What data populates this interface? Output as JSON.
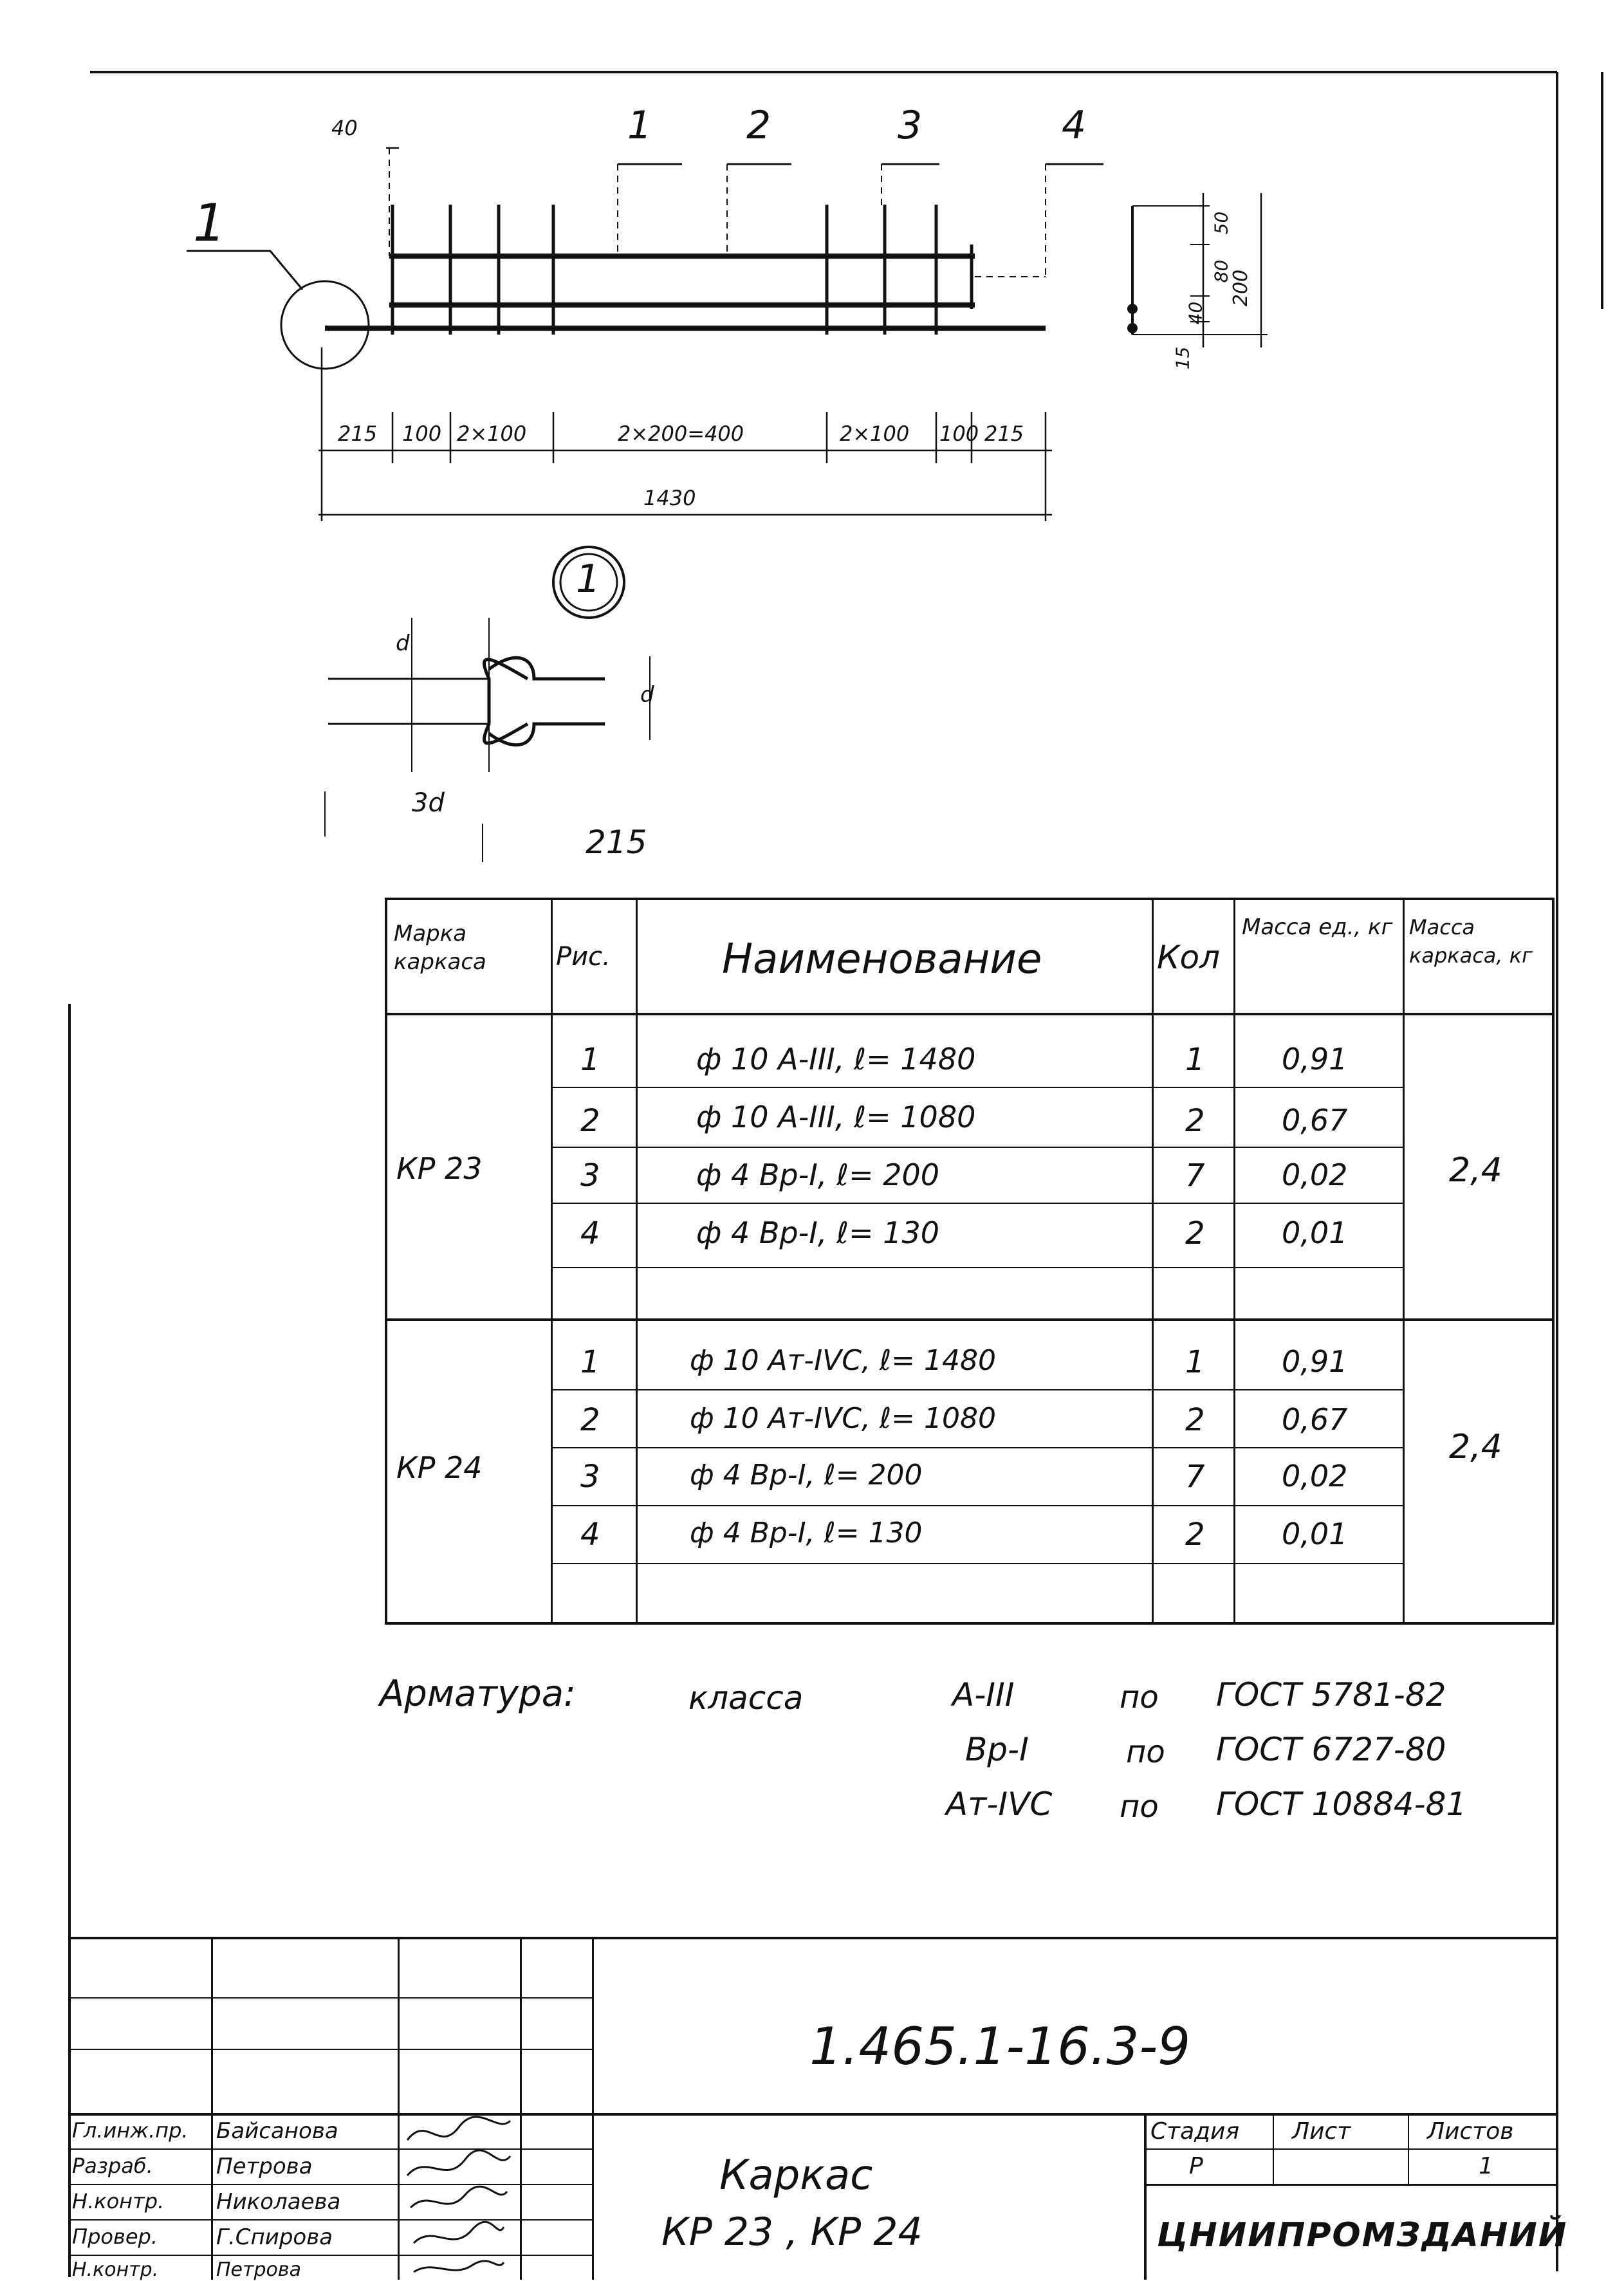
{
  "drawing": {
    "position_labels": [
      "1",
      "2",
      "3",
      "4"
    ],
    "callout_label": "1",
    "detail_label": "1",
    "dim_top": "40",
    "dims_bottom": [
      "215",
      "100",
      "2×100",
      "2×200=400",
      "2×100",
      "100",
      "215"
    ],
    "dim_total": "1430",
    "section_dims": [
      "50",
      "80",
      "40",
      "15"
    ],
    "section_total": "200",
    "detail_dims": [
      "d",
      "d",
      "3d",
      "215"
    ]
  },
  "spec_table": {
    "headers": [
      "Марка каркаса",
      "Рис.",
      "Наименование",
      "Кол",
      "Масса ед., кг",
      "Масса каркаса, кг"
    ],
    "groups": [
      {
        "mark": "КР 23",
        "total_mass": "2,4",
        "rows": [
          {
            "pos": "1",
            "name": "ф 10 A-III, ℓ= 1480",
            "qty": "1",
            "mass": "0,91"
          },
          {
            "pos": "2",
            "name": "ф 10 A-III, ℓ= 1080",
            "qty": "2",
            "mass": "0,67"
          },
          {
            "pos": "3",
            "name": "ф 4 Bp-I, ℓ= 200",
            "qty": "7",
            "mass": "0,02"
          },
          {
            "pos": "4",
            "name": "ф 4 Bp-I, ℓ= 130",
            "qty": "2",
            "mass": "0,01"
          }
        ]
      },
      {
        "mark": "КР 24",
        "total_mass": "2,4",
        "rows": [
          {
            "pos": "1",
            "name": "ф 10 Ат-IVC, ℓ= 1480",
            "qty": "1",
            "mass": "0,91"
          },
          {
            "pos": "2",
            "name": "ф 10 Ат-IVC, ℓ= 1080",
            "qty": "2",
            "mass": "0,67"
          },
          {
            "pos": "3",
            "name": "ф 4 Bp-I, ℓ= 200",
            "qty": "7",
            "mass": "0,02"
          },
          {
            "pos": "4",
            "name": "ф 4 Bp-I, ℓ= 130",
            "qty": "2",
            "mass": "0,01"
          }
        ]
      }
    ]
  },
  "notes": {
    "label": "Арматура:",
    "prefix": "класса",
    "lines": [
      {
        "cls": "A-III",
        "by": "по",
        "std": "ГОСТ 5781-82"
      },
      {
        "cls": "Bp-I",
        "by": "по",
        "std": "ГОСТ 6727-80"
      },
      {
        "cls": "Ат-IVC",
        "by": "по",
        "std": "ГОСТ 10884-81"
      }
    ]
  },
  "title_block": {
    "doc_code": "1.465.1-16.3-9",
    "title_line1": "Каркас",
    "title_line2": "КР 23 ,  КР 24",
    "stage_header": "Стадия",
    "sheet_header": "Лист",
    "sheets_header": "Листов",
    "stage": "Р",
    "sheet": "",
    "sheets": "1",
    "organization": "ЦНИИПРОМЗДАНИЙ",
    "roles": [
      {
        "role": "Гл.инж.пр.",
        "name": "Байсанова"
      },
      {
        "role": "Разраб.",
        "name": "Петрова"
      },
      {
        "role": "Н.контр.",
        "name": "Николаева"
      },
      {
        "role": "Провер.",
        "name": "Г.Спирова"
      },
      {
        "role": "Н.контр.",
        "name": "Петрова"
      }
    ]
  }
}
